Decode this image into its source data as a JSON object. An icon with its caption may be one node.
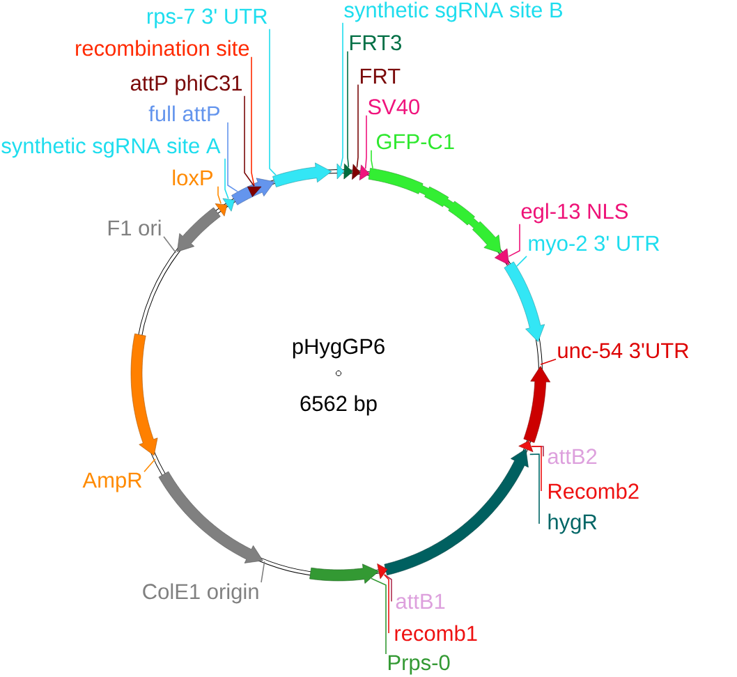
{
  "diagram": {
    "title": "pHygGP6",
    "nodes": [
      {
        "text": [
          "synthetic sgRNA site B"
        ]
      },
      {
        "text": [
          "rps-7 3' UTR"
        ]
      },
      {
        "text": [
          "FRT3"
        ]
      },
      {
        "text": [
          "recombination site"
        ]
      },
      {
        "text": [
          "FRT"
        ]
      },
      {
        "text": [
          "attP phiC31"
        ]
      },
      {
        "text": [
          "SV40"
        ]
      },
      {
        "text": [
          "full attP"
        ]
      },
      {
        "text": [
          "GFP-C1"
        ]
      },
      {
        "text": [
          "synthetic sgRNA site A"
        ]
      },
      {
        "text": [
          "loxP"
        ]
      },
      {
        "text": [
          "egl-13 NLS"
        ]
      },
      {
        "text": [
          "F1 ori"
        ]
      },
      {
        "text": [
          "myo-2 3' UTR"
        ]
      },
      {
        "text": [
          "unc-54 3'UTR"
        ]
      },
      {
        "text": [
          "attB2"
        ]
      },
      {
        "text": [
          "AmpR"
        ]
      },
      {
        "text": [
          "Recomb2"
        ]
      },
      {
        "text": [
          "hygR"
        ]
      },
      {
        "text": [
          "ColE1 origin"
        ]
      },
      {
        "text": [
          "attB1"
        ]
      },
      {
        "text": [
          "recomb1"
        ]
      },
      {
        "text": [
          "Prps-0"
        ]
      },
      {
        "text": [],
        "shape": "arc"
      },
      {
        "text": [],
        "shape": "arc"
      },
      {
        "text": [],
        "shape": "arc"
      },
      {
        "text": [],
        "shape": "arc"
      },
      {
        "text": [],
        "shape": "arc"
      },
      {
        "text": [],
        "shape": "arc"
      },
      {
        "text": [],
        "shape": "arc"
      },
      {
        "text": [],
        "shape": "arc"
      },
      {
        "text": [],
        "shape": "arc"
      },
      {
        "text": [],
        "shape": "arc"
      },
      {
        "text": [],
        "shape": "arc"
      },
      {
        "text": [],
        "shape": "arc"
      },
      {
        "text": [],
        "shape": "arc"
      },
      {
        "text": [],
        "shape": "arc"
      },
      {
        "text": [],
        "shape": "arc"
      },
      {
        "text": [],
        "shape": "arc"
      },
      {
        "text": [],
        "shape": "arc"
      },
      {
        "text": [],
        "shape": "arc"
      },
      {
        "text": [],
        "shape": "arc"
      },
      {
        "text": [],
        "shape": "arc",
        "in": 41
      }
    ],
    "edges": [
      {
        "from": 0,
        "to": 24,
        "arrow": "none",
        "color": "#1eddee"
      },
      {
        "from": 1,
        "to": 23,
        "arrow": "none",
        "color": "#1eddee"
      },
      {
        "from": 2,
        "to": 25,
        "arrow": "none",
        "color": "#006f45"
      },
      {
        "from": 3,
        "to": 42,
        "arrow": "none",
        "color": "#ff2a00"
      },
      {
        "from": 4,
        "to": 26,
        "arrow": "none",
        "color": "#7a0a0a"
      },
      {
        "from": 5,
        "to": 42,
        "arrow": "none",
        "color": "#7a0a0a"
      },
      {
        "from": 6,
        "to": 27,
        "arrow": "none",
        "color": "#f0147d"
      },
      {
        "from": 7,
        "to": 41,
        "arrow": "none",
        "color": "#6495ed"
      },
      {
        "from": 8,
        "to": 28,
        "arrow": "none",
        "color": "#2ee82e"
      },
      {
        "from": 9,
        "to": 40,
        "arrow": "none",
        "color": "#1eddee"
      },
      {
        "from": 10,
        "to": 39,
        "arrow": "none",
        "color": "#ff8a00"
      },
      {
        "from": 11,
        "to": 29,
        "arrow": "none",
        "color": "#ee1177"
      },
      {
        "from": 12,
        "to": 38,
        "arrow": "none",
        "color": "#808080"
      },
      {
        "from": 13,
        "to": 30,
        "arrow": "none",
        "color": "#1eddee"
      },
      {
        "from": 14,
        "to": 31,
        "arrow": "none",
        "color": "#dd0000"
      },
      {
        "from": 15,
        "to": 32,
        "arrow": "none",
        "color": "#b03050"
      },
      {
        "from": 16,
        "to": 37,
        "arrow": "none",
        "color": "#ff8a00"
      },
      {
        "from": 17,
        "to": 32,
        "arrow": "none",
        "color": "#ee1111"
      },
      {
        "from": 18,
        "to": 33,
        "arrow": "none",
        "color": "#006666"
      },
      {
        "from": 19,
        "to": 36,
        "arrow": "none",
        "color": "#808080"
      },
      {
        "from": 20,
        "to": 34,
        "arrow": "none",
        "color": "#b03050"
      },
      {
        "from": 21,
        "to": 34,
        "arrow": "none",
        "color": "#ee1111"
      },
      {
        "from": 22,
        "to": 35,
        "arrow": "none",
        "color": "#339933"
      }
    ],
    "labels": [
      "6562 bp"
    ]
  }
}
